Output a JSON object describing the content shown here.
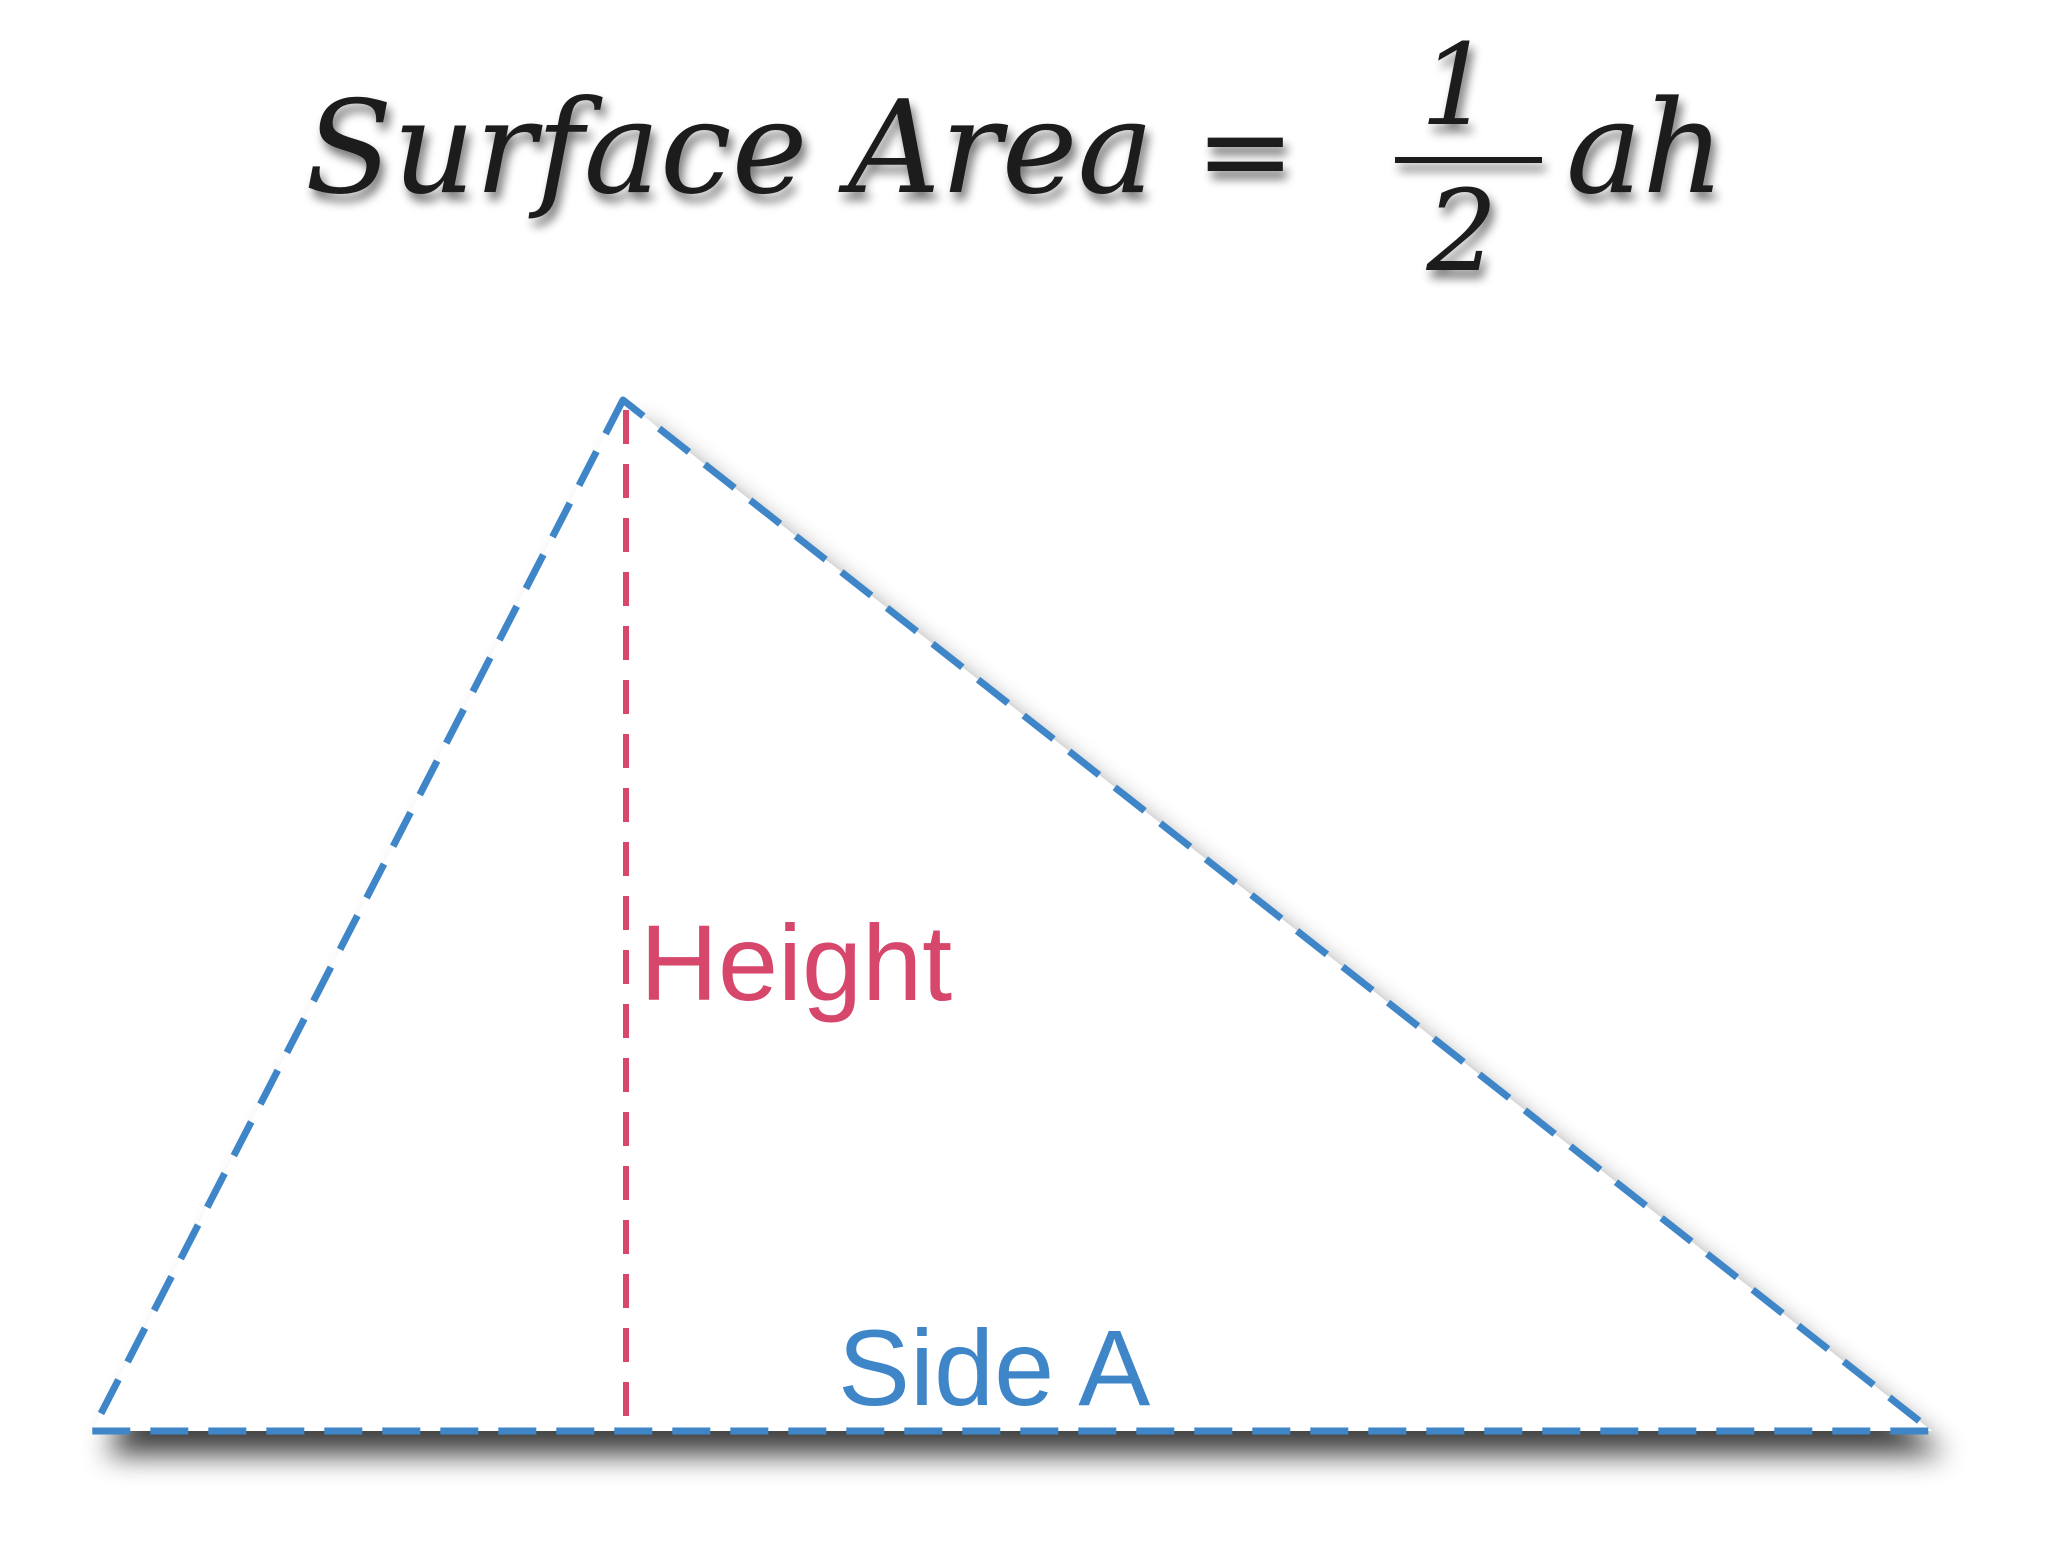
{
  "formula": {
    "lhs": "Surface Area",
    "equals": "=",
    "numerator": "1",
    "denominator": "2",
    "variables": "ah"
  },
  "labels": {
    "height": "Height",
    "side": "Side A"
  },
  "colors": {
    "triangle_outline": "#3f86c8",
    "height_line": "#d6476b",
    "height_label": "#d6476b",
    "side_label": "#3f86c8",
    "text": "#1a1a1a"
  }
}
